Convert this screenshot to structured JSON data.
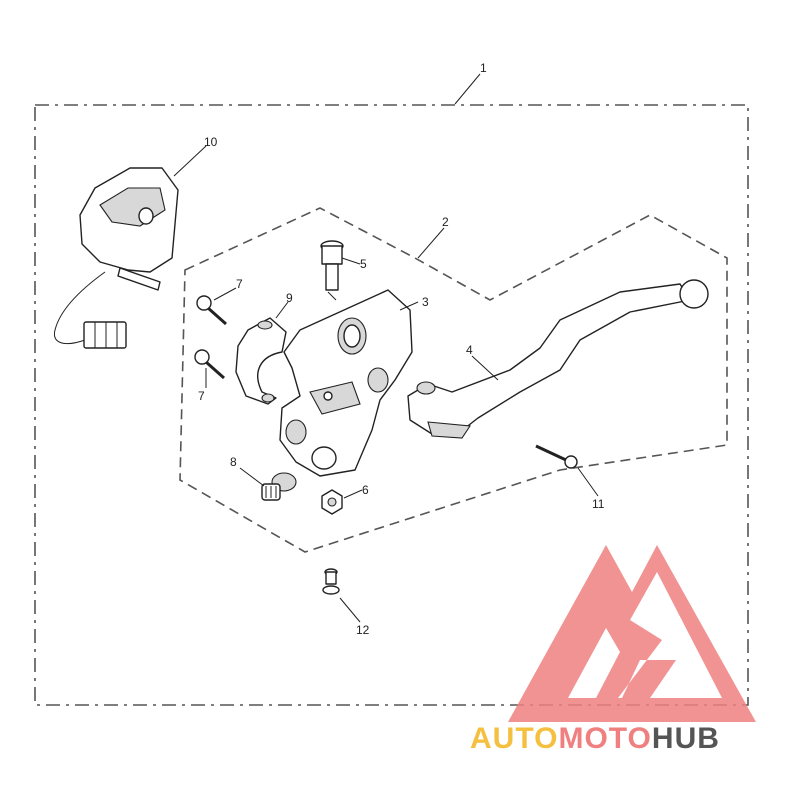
{
  "callouts": {
    "c1": "1",
    "c2": "2",
    "c3": "3",
    "c4": "4",
    "c5": "5",
    "c6": "6",
    "c7a": "7",
    "c7b": "7",
    "c8": "8",
    "c9": "9",
    "c10": "10",
    "c11": "11",
    "c12": "12"
  },
  "watermark": {
    "part_auto": "AUTO",
    "part_moto": "MOTO",
    "part_hub": "HUB",
    "colors": {
      "logo": "#f08080",
      "auto": "#f5c040",
      "moto": "#f08080",
      "hub": "#555555"
    }
  }
}
